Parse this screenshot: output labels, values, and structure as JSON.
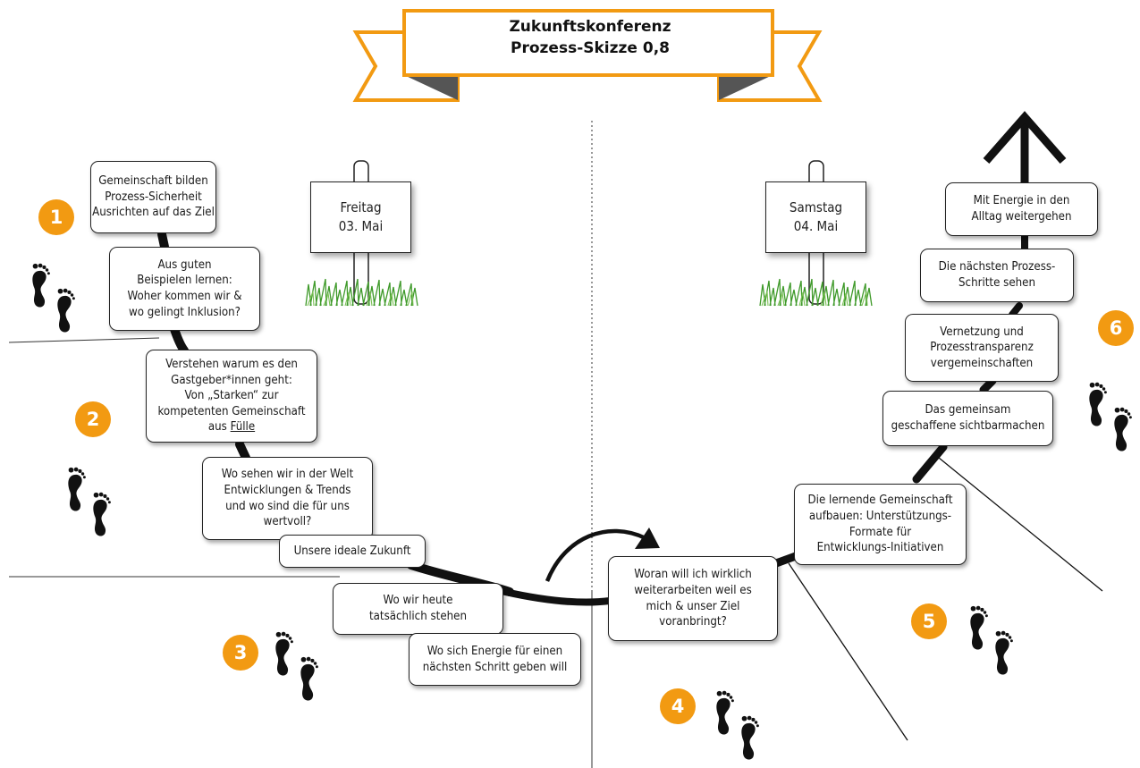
{
  "banner": {
    "title_line1": "Zukunftskonferenz",
    "title_line2": "Prozess-Skizze 0,8"
  },
  "signs": [
    {
      "day": "Freitag",
      "date": "03. Mai"
    },
    {
      "day": "Samstag",
      "date": "04. Mai"
    }
  ],
  "steps": [
    {
      "number": "1"
    },
    {
      "number": "2"
    },
    {
      "number": "3"
    },
    {
      "number": "4"
    },
    {
      "number": "5"
    },
    {
      "number": "6"
    }
  ],
  "boxes": {
    "gemeinschaft": [
      "Gemeinschaft bilden",
      "Prozess-Sicherheit",
      "Ausrichten auf das Ziel"
    ],
    "beispiele": [
      "Aus guten",
      "Beispielen lernen:",
      "Woher kommen wir &",
      "wo gelingt Inklusion?"
    ],
    "verstehen": [
      "Verstehen warum es den",
      "Gastgeber*innen geht:",
      "Von „Starken“ zur",
      "kompetenten Gemeinschaft"
    ],
    "verstehen_last_prefix": "aus ",
    "verstehen_last_underlined": "Fülle",
    "welt": [
      "Wo sehen wir in der Welt",
      "Entwicklungen & Trends",
      "und wo sind die für uns",
      "wertvoll?"
    ],
    "ideale": [
      "Unsere ideale Zukunft"
    ],
    "heute": [
      "Wo wir heute",
      "tatsächlich stehen"
    ],
    "energie": [
      "Wo sich Energie für einen",
      "nächsten Schritt geben will"
    ],
    "woran": [
      "Woran will ich wirklich",
      "weiterarbeiten weil es",
      "mich & unser Ziel",
      "voranbringt?"
    ],
    "lernende": [
      "Die lernende Gemeinschaft",
      "aufbauen: Unterstützungs-",
      "Formate für",
      "Entwicklungs-Initiativen"
    ],
    "sichtbar": [
      "Das gemeinsam",
      "geschaffene sichtbarmachen"
    ],
    "vernetzung": [
      "Vernetzung und",
      "Prozesstransparenz",
      "vergemeinschaften"
    ],
    "naechste": [
      "Die nächsten Prozess-",
      "Schritte sehen"
    ],
    "energie_alltag": [
      "Mit Energie in den",
      "Alltag weitergehen"
    ]
  },
  "icons": {
    "footprints": "footprints-icon",
    "arrow_up": "arrow-up-icon",
    "curved_arrow": "curved-arrow-icon",
    "grass": "grass-icon"
  },
  "colors": {
    "accent": "#f29a12",
    "ribbon_dark": "#555555",
    "line": "#111111"
  }
}
